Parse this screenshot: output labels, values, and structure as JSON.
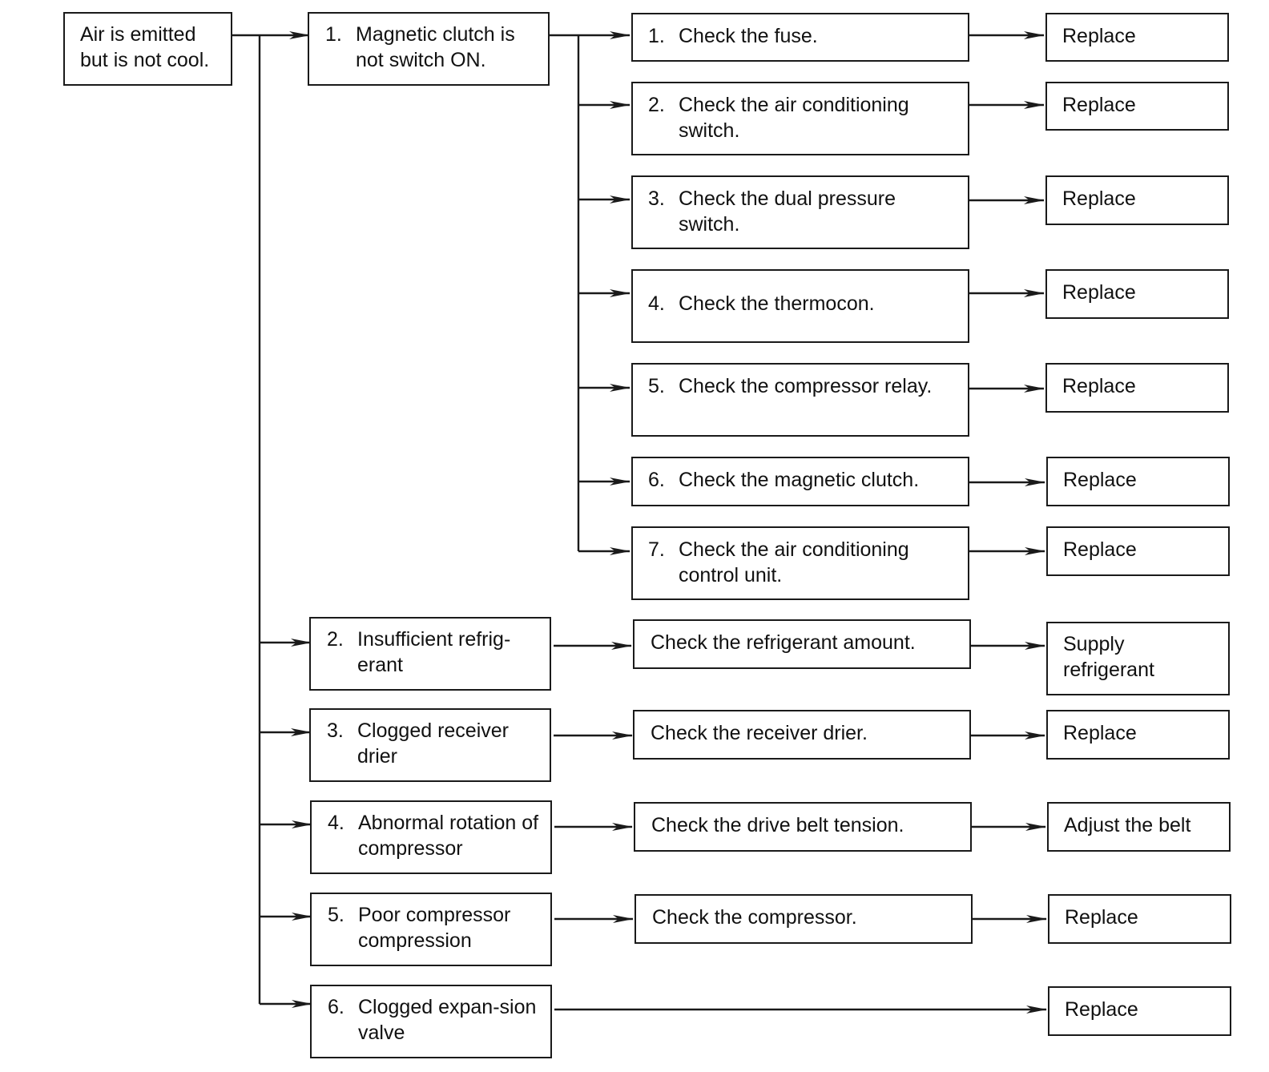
{
  "root": {
    "text": "Air is emitted but is not cool."
  },
  "causes": [
    {
      "num": "1.",
      "text": "Magnetic clutch is not switch ON."
    },
    {
      "num": "2.",
      "text": "Insufficient refrig-erant"
    },
    {
      "num": "3.",
      "text": "Clogged receiver drier"
    },
    {
      "num": "4.",
      "text": "Abnormal rotation of compressor"
    },
    {
      "num": "5.",
      "text": "Poor compressor compression"
    },
    {
      "num": "6.",
      "text": "Clogged expan-sion valve"
    }
  ],
  "clutch_checks": [
    {
      "num": "1.",
      "text": "Check the fuse.",
      "action": "Replace"
    },
    {
      "num": "2.",
      "text": "Check the air conditioning switch.",
      "action": "Replace"
    },
    {
      "num": "3.",
      "text": "Check the dual pressure switch.",
      "action": "Replace"
    },
    {
      "num": "4.",
      "text": "Check the thermocon.",
      "action": "Replace"
    },
    {
      "num": "5.",
      "text": "Check the compressor relay.",
      "action": "Replace"
    },
    {
      "num": "6.",
      "text": "Check the magnetic clutch.",
      "action": "Replace"
    },
    {
      "num": "7.",
      "text": "Check the air conditioning control unit.",
      "action": "Replace"
    }
  ],
  "other_checks": [
    {
      "text": "Check the refrigerant amount.",
      "action": "Supply refrigerant"
    },
    {
      "text": "Check the receiver drier.",
      "action": "Replace"
    },
    {
      "text": "Check the drive belt tension.",
      "action": "Adjust the belt"
    },
    {
      "text": "Check the compressor.",
      "action": "Replace"
    }
  ],
  "expansion_action": "Replace"
}
